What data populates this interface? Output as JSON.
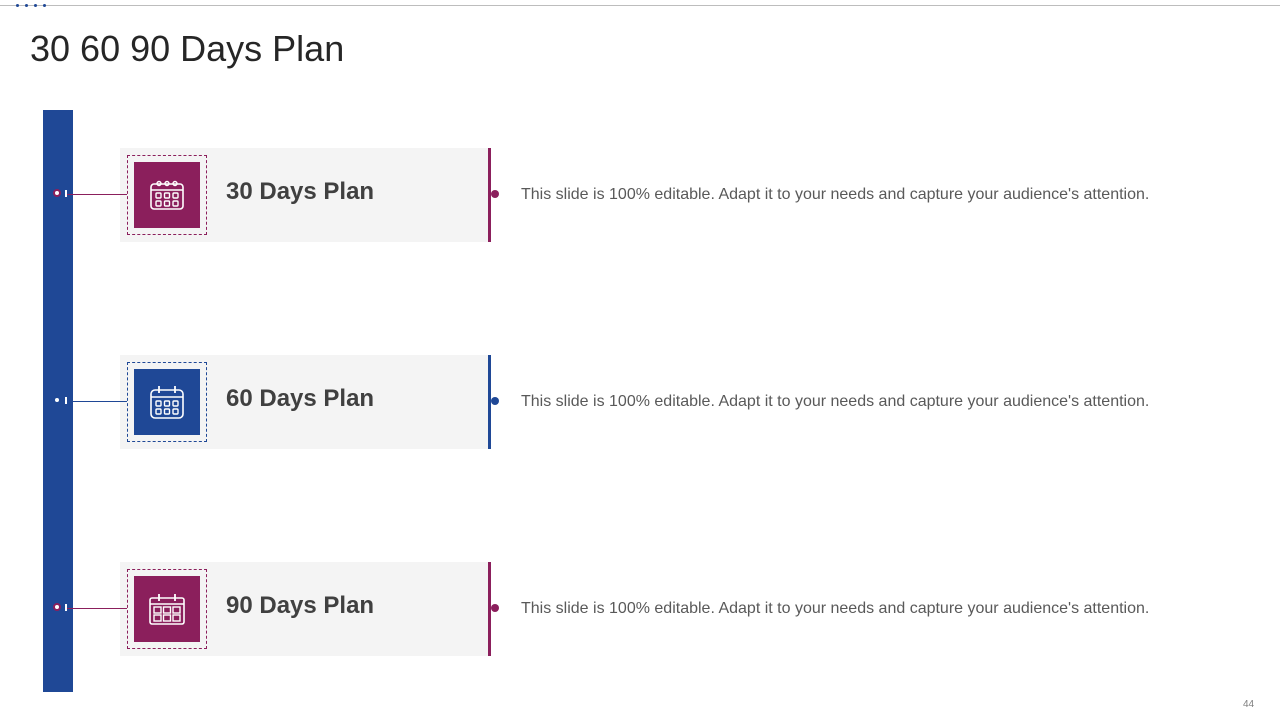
{
  "slide": {
    "title": "30 60 90 Days Plan",
    "page_number": "44"
  },
  "plans": [
    {
      "label": "30 Days Plan",
      "description": "This slide is 100% editable. Adapt it to your needs and capture your audience's attention.",
      "icon": "calendar-icon",
      "color": "#8b1f5c"
    },
    {
      "label": "60 Days Plan",
      "description": "This slide is 100% editable. Adapt it to your needs and capture your audience's attention.",
      "icon": "calendar-icon",
      "color": "#1f4896"
    },
    {
      "label": "90 Days Plan",
      "description": "This slide is 100% editable. Adapt it to your needs and capture your audience's attention.",
      "icon": "calendar-icon",
      "color": "#8b1f5c"
    }
  ],
  "colors": {
    "timeline": "#1f4896",
    "purple": "#8b1f5c",
    "blue": "#1f4896",
    "card_background": "#f4f4f4"
  }
}
